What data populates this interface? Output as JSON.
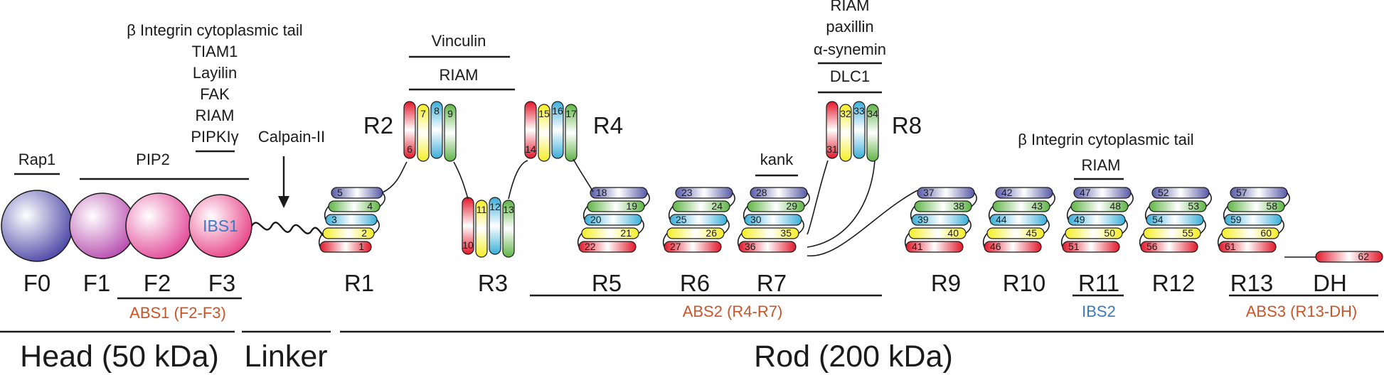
{
  "colors": {
    "red": "#e2182a",
    "yellow": "#f5ee25",
    "blue": "#3aaed8",
    "green": "#5fb446",
    "purple": "#5659a6",
    "orange_label": "#c8552a",
    "blue_label": "#3a78c0",
    "f0": "#4f4aa8",
    "f1": "#c055b5",
    "f2": "#e24c9a",
    "f3": "#e8478a"
  },
  "head": {
    "domains": [
      {
        "id": "F0",
        "label": "F0"
      },
      {
        "id": "F1",
        "label": "F1"
      },
      {
        "id": "F2",
        "label": "F2"
      },
      {
        "id": "F3",
        "label": "F3",
        "inner": "IBS1"
      }
    ],
    "rap1": "Rap1",
    "pip2": "PIP2",
    "f3_binders": [
      "β Integrin cytoplasmic tail",
      "TIAM1",
      "Layilin",
      "FAK",
      "RIAM",
      "PIPKIγ"
    ],
    "abs1": "ABS1 (F2-F3)"
  },
  "linker": {
    "calpain": "Calpain-II"
  },
  "rod": {
    "domains": [
      "R1",
      "R2",
      "R3",
      "R4",
      "R5",
      "R6",
      "R7",
      "R8",
      "R9",
      "R10",
      "R11",
      "R12",
      "R13",
      "DH"
    ],
    "r2r3_binders": [
      "Vinculin",
      "RIAM"
    ],
    "r8_binders": [
      "RIAM",
      "paxillin",
      "α-synemin",
      "DLC1"
    ],
    "kank": "kank",
    "r11_binders": [
      "β Integrin cytoplasmic tail",
      "RIAM"
    ],
    "abs2": "ABS2 (R4-R7)",
    "ibs2": "IBS2",
    "abs3": "ABS3 (R13-DH)"
  },
  "bottom": {
    "head": "Head (50 kDa)",
    "linker": "Linker",
    "rod": "Rod (200 kDa)"
  },
  "helix_numbers": {
    "R1": [
      "5",
      "4",
      "3",
      "2",
      "1"
    ],
    "R2": [
      "6",
      "7",
      "8",
      "9"
    ],
    "R3": [
      "10",
      "11",
      "12",
      "13"
    ],
    "R4": [
      "14",
      "15",
      "16",
      "17"
    ],
    "R5": [
      "18",
      "19",
      "20",
      "21",
      "22"
    ],
    "R6": [
      "23",
      "24",
      "25",
      "26",
      "27"
    ],
    "R7": [
      "28",
      "29",
      "30",
      "35",
      "36"
    ],
    "R8": [
      "31",
      "32",
      "33",
      "34"
    ],
    "R9": [
      "37",
      "38",
      "39",
      "40",
      "41"
    ],
    "R10": [
      "42",
      "43",
      "44",
      "45",
      "46"
    ],
    "R11": [
      "47",
      "48",
      "49",
      "50",
      "51"
    ],
    "R12": [
      "52",
      "53",
      "54",
      "55",
      "56"
    ],
    "R13": [
      "57",
      "58",
      "59",
      "60",
      "61"
    ],
    "DH": [
      "62"
    ]
  }
}
